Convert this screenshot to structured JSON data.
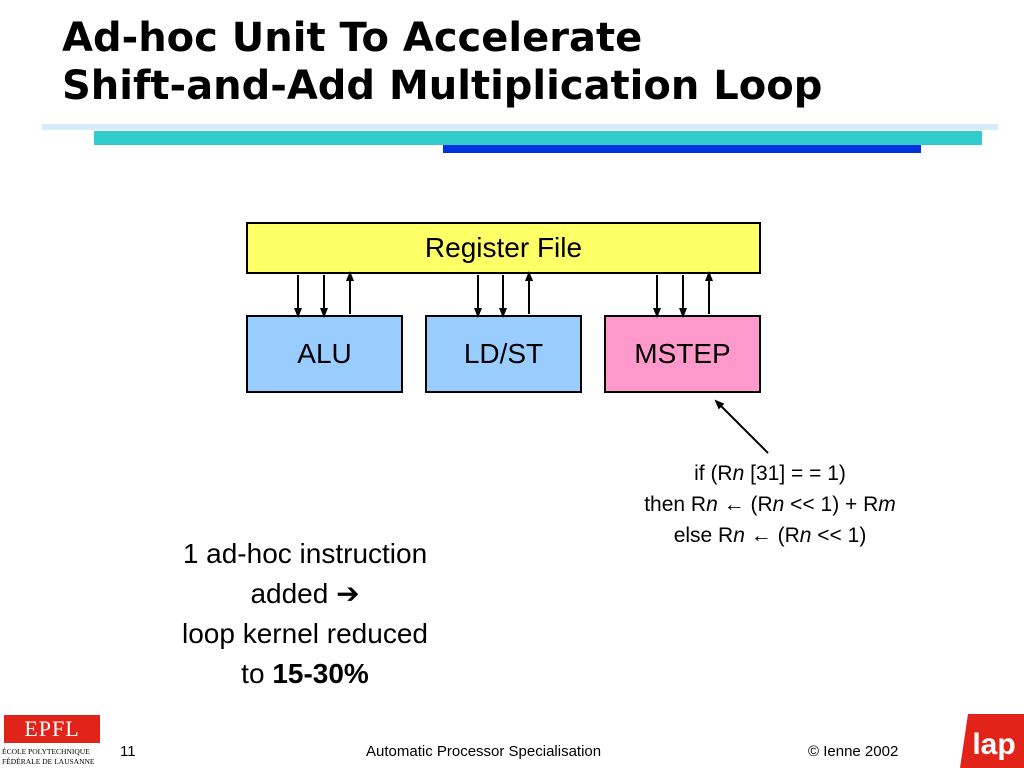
{
  "title": {
    "line1": "Ad-hoc Unit To Accelerate",
    "line2": "Shift-and-Add Multiplication Loop"
  },
  "diagram": {
    "register_file": "Register File",
    "units": [
      {
        "label": "ALU",
        "color": "#99ccff"
      },
      {
        "label": "LD/ST",
        "color": "#99ccff"
      },
      {
        "label": "MSTEP",
        "color": "#ff99cc"
      }
    ],
    "register_file_color": "#ffff66"
  },
  "code": {
    "line1_a": "if (R",
    "line1_n": "n",
    "line1_b": " [31] = = 1)",
    "line2_a": "then R",
    "line2_n": "n",
    "line2_arrow": " ← ",
    "line2_b": "(R",
    "line2_n2": "n",
    "line2_c": " << 1) + R",
    "line2_m": "m",
    "line3_a": "else R",
    "line3_n": "n",
    "line3_arrow": " ← ",
    "line3_b": "(R",
    "line3_n2": "n",
    "line3_c": " << 1)"
  },
  "summary": {
    "line1": "1 ad-hoc instruction",
    "line2": "added",
    "line2_arrow": "➔",
    "line3": "loop kernel reduced",
    "line4_a": "to ",
    "line4_b": "15-30%"
  },
  "footer": {
    "page": "11",
    "title": "Automatic Processor Specialisation",
    "copyright": "© Ienne 2002"
  },
  "logos": {
    "epfl_mark": "EPFL",
    "epfl_line1": "ÉCOLE POLYTECHNIQUE",
    "epfl_line2": "FÉDÉRALE DE LAUSANNE",
    "lap": "lap"
  }
}
